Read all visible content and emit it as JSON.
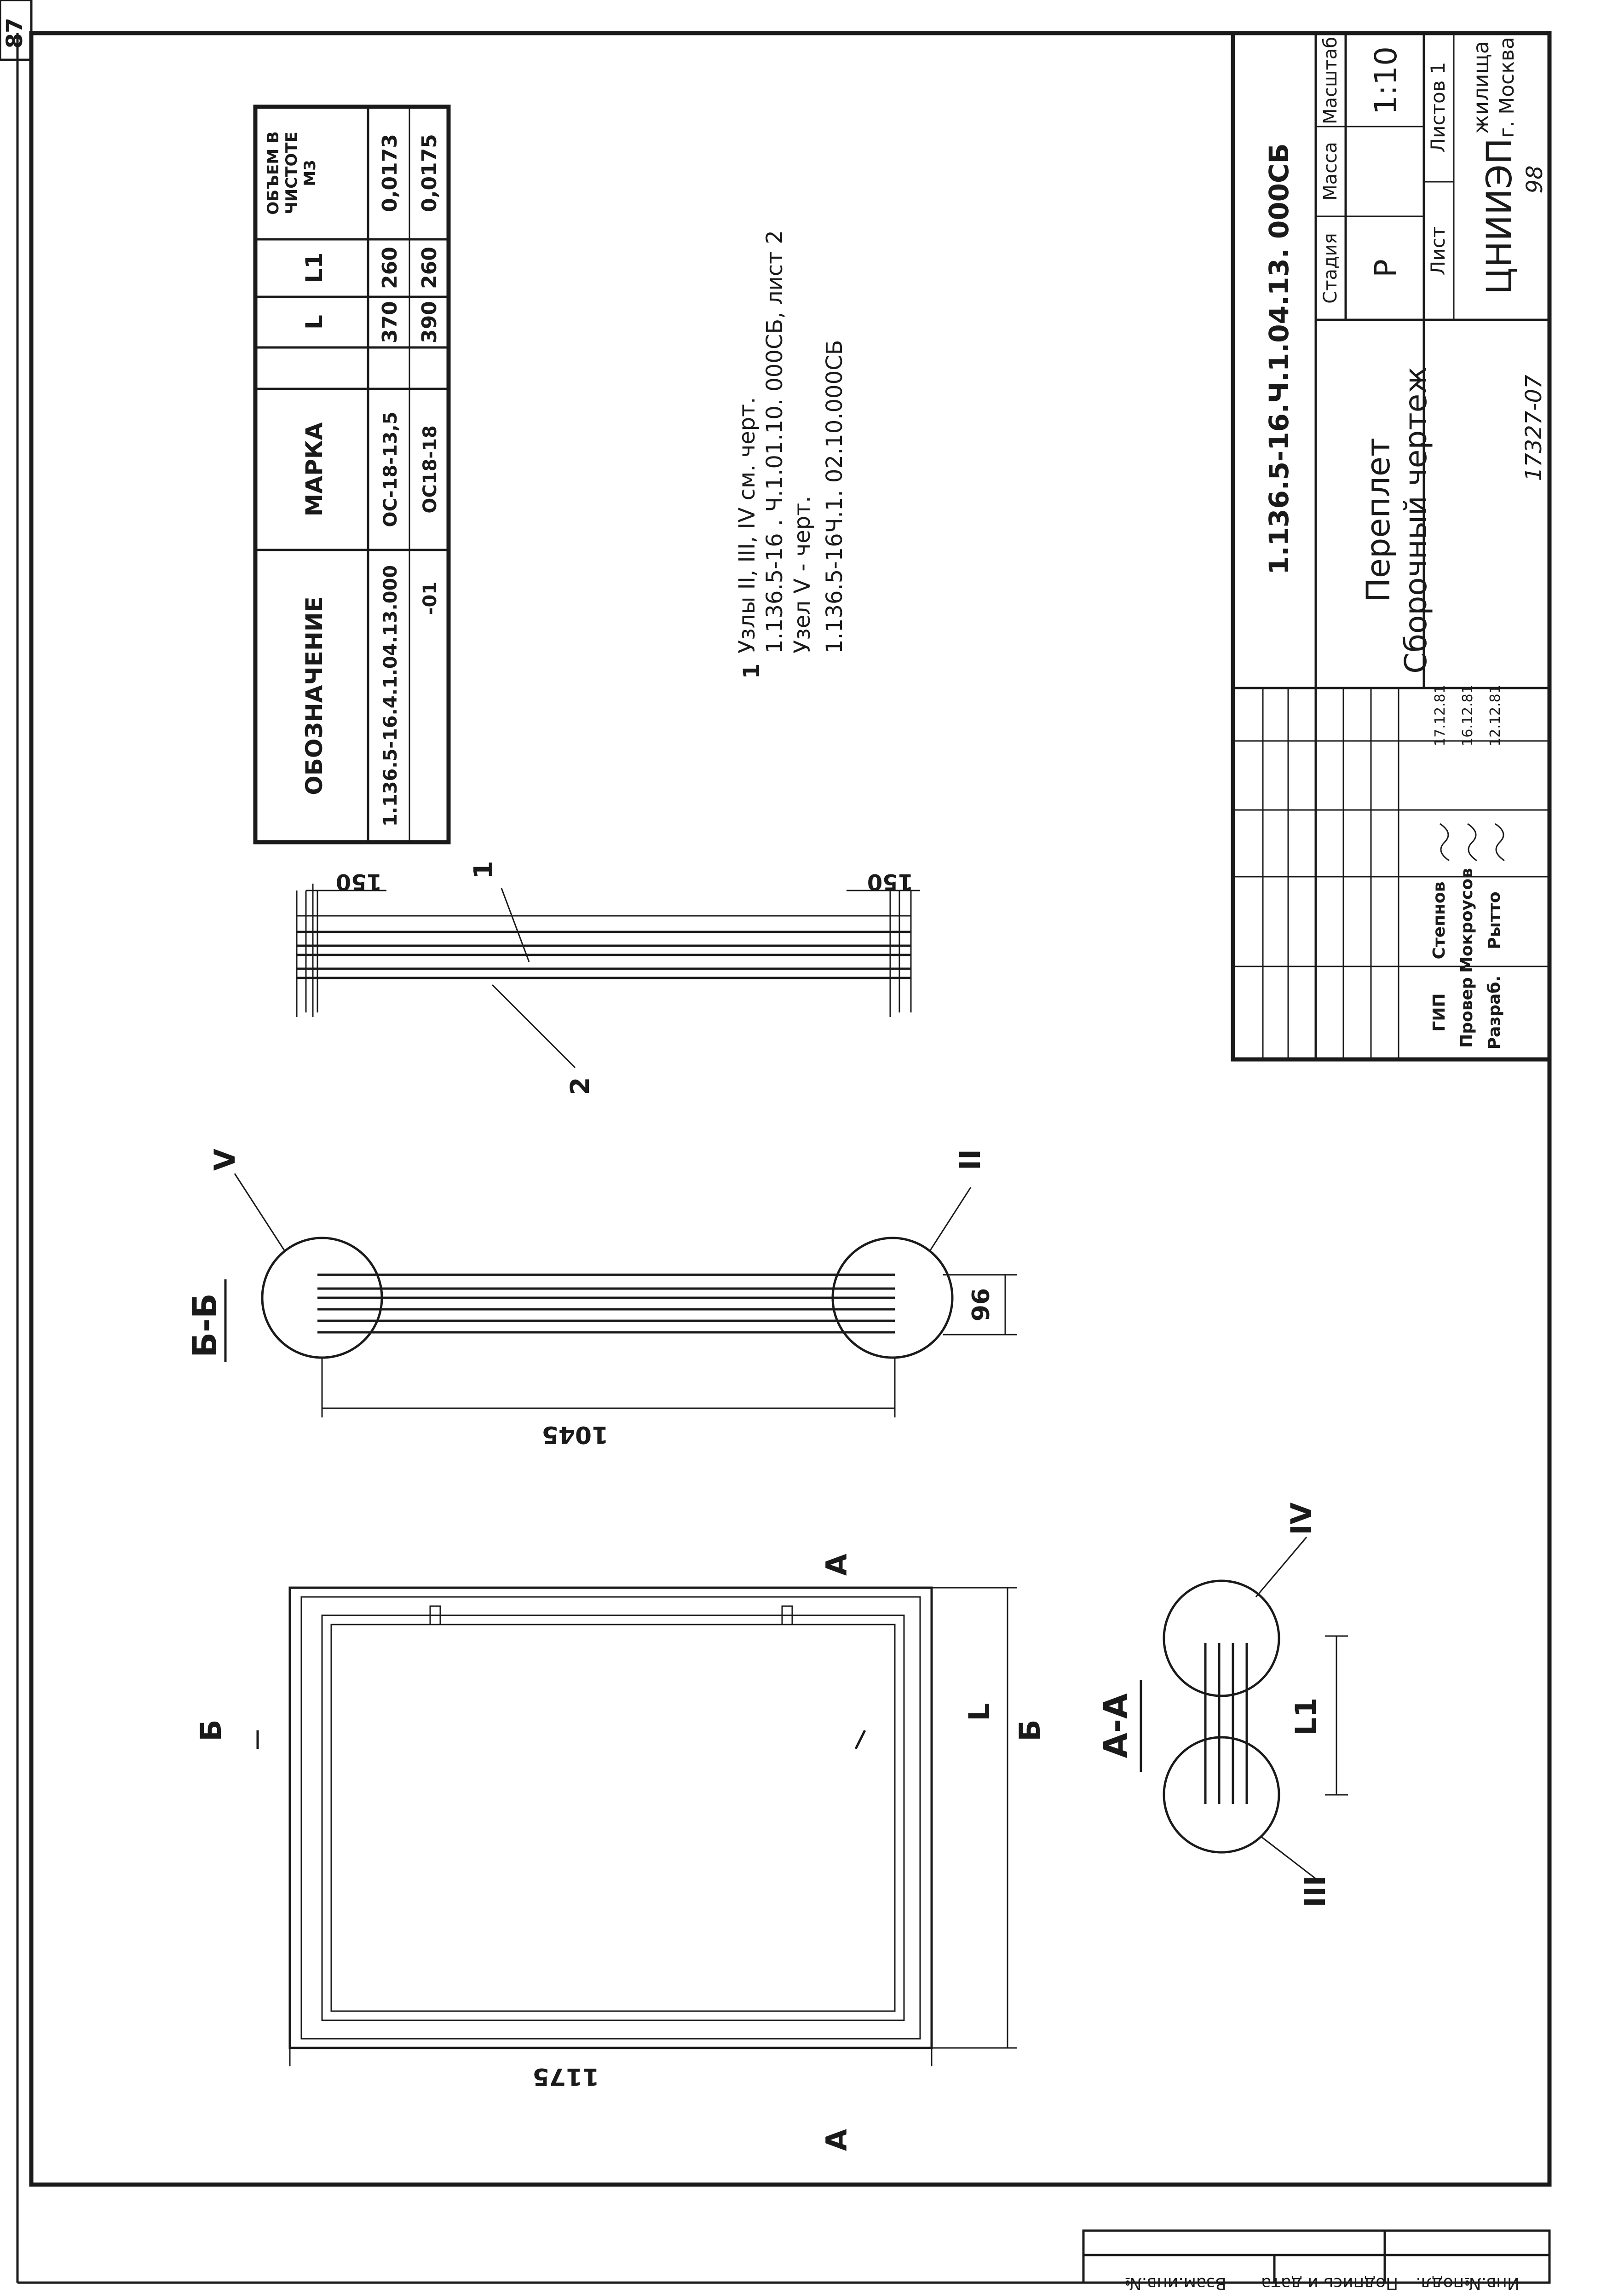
{
  "sheet_number": "87",
  "spec_table": {
    "headers": {
      "designation": "ОБОЗНАЧЕНИЕ",
      "mark": "МАРКА",
      "l": "L",
      "l1": "L1",
      "volume": [
        "ОБЪЕМ В",
        "ЧИСТОТЕ",
        "М3"
      ]
    },
    "rows": [
      {
        "designation": "1.136.5-16.4.1.04.13.000",
        "mark": "ОС-18-13,5",
        "l": "370",
        "l1": "260",
        "volume": "0,0173"
      },
      {
        "designation": "-01",
        "mark": "ОС18-18",
        "l": "390",
        "l1": "260",
        "volume": "0,0175"
      }
    ]
  },
  "notes": {
    "marker": "1",
    "lines": [
      "Узлы II, III, IV см. черт.",
      "1.136.5-16 . Ч.1.01.10. 000СБ, лист 2",
      "Узел V - черт.",
      "1.136.5-16Ч.1. 02.10.000СБ"
    ]
  },
  "title_block": {
    "code": "1.136.5-16.Ч.1.04.13. 000СБ",
    "name": "Переплет",
    "doc_type": "Сборочный чертеж",
    "stage_label": "Стадия",
    "stage_value": "Р",
    "mass_label": "Масса",
    "scale_label": "Масштаб",
    "scale_value": "1:10",
    "sheet_label": "Лист",
    "sheets_label": "Листов 1",
    "org_name": "ЦНИИЭП",
    "org_suffix": "жилища",
    "org_city": "г. Москва",
    "roles": [
      {
        "role": "ГИП",
        "name": "Степнов",
        "date": "17.12.81"
      },
      {
        "role": "Провер",
        "name": "Мокроусов",
        "date": "16.12.81"
      },
      {
        "role": "Разраб.",
        "name": "Рытто",
        "date": "12.12.81"
      }
    ]
  },
  "bottom_strip": [
    "Инв.№подл.",
    "Подпись и дата",
    "Взам.инв.№"
  ],
  "archive_number": "17327-07",
  "sheet_index": "98",
  "views": {
    "frame": {
      "dim_height": "1175",
      "dim_width": "L",
      "cut_a": "А",
      "cut_b": "Б"
    },
    "section_bb": {
      "title": "Б-Б",
      "dim_length": "1045",
      "dim_depth": "96",
      "node_top": "V",
      "node_bottom": "II"
    },
    "side": {
      "dim_top": "150",
      "dim_bottom": "150",
      "leader_1": "1",
      "leader_2": "2"
    },
    "section_aa": {
      "title": "А-А",
      "dim_l1": "L1",
      "node_left": "III",
      "node_right": "IV"
    }
  }
}
